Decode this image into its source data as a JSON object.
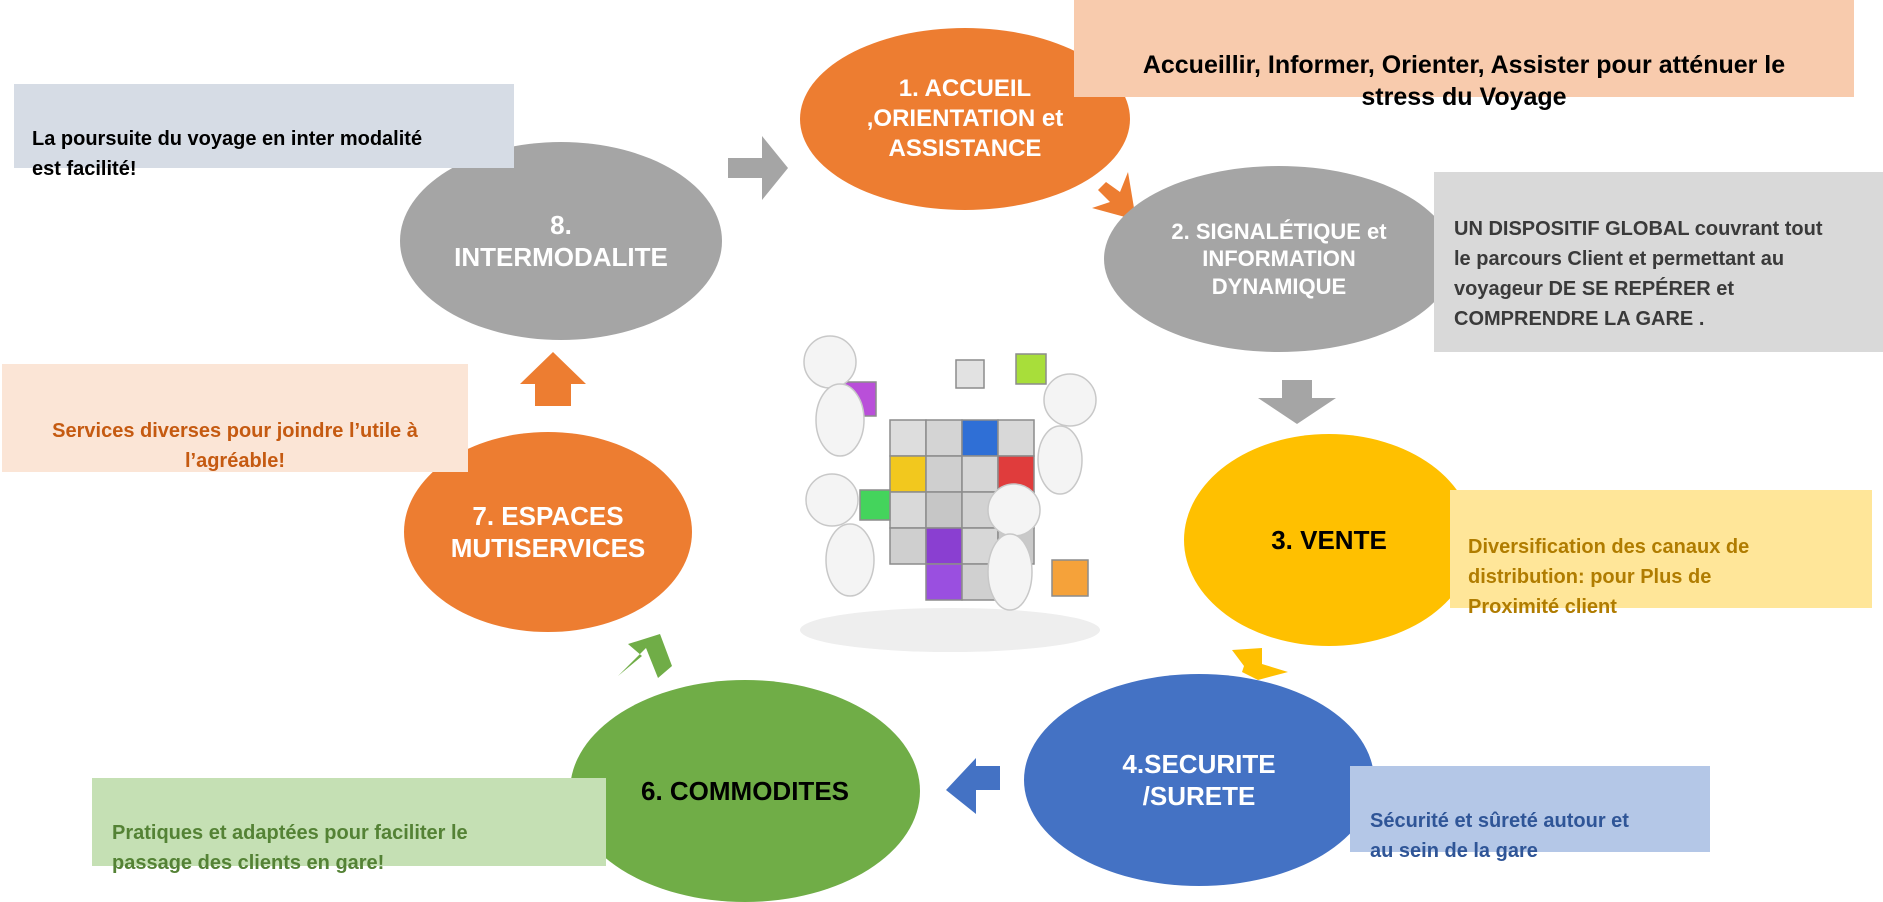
{
  "colors": {
    "orange": "#ED7D31",
    "gray": "#A5A5A5",
    "yellow": "#FFC000",
    "blue": "#4472C4",
    "green": "#70AD47",
    "orange_light": "#F8CBAD",
    "peach_light": "#FBE5D6",
    "gray_light": "#D9D9D9",
    "blue_gray_light": "#D6DCE5",
    "yellow_light": "#FFE699",
    "blue_light": "#B4C7E7",
    "green_light": "#C5E0B4"
  },
  "steps": {
    "s1": "1. ACCUEIL\n,ORIENTATION et\nASSISTANCE",
    "s2": "2. SIGNALÉTIQUE et\nINFORMATION\nDYNAMIQUE",
    "s3": "3. VENTE",
    "s4": "4.SECURITE\n/SURETE",
    "s6": "6. COMMODITES",
    "s7": "7. ESPACES\nMUTISERVICES",
    "s8": "8.\nINTERMODALITE"
  },
  "notes": {
    "n1": "Accueillir, Informer, Orienter, Assister pour atténuer le\nstress du Voyage",
    "n2": "UN DISPOSITIF GLOBAL couvrant tout\nle parcours Client et permettant au\nvoyageur DE SE REPÉRER et\nCOMPRENDRE LA GARE .",
    "n3": "Diversification des canaux de\ndistribution: pour Plus de\nProximité client",
    "n4": "Sécurité et sûreté autour et\nau sein de la gare",
    "n6": "Pratiques et adaptées pour faciliter le\npassage des clients en gare!",
    "n7": "Services diverses pour joindre l’utile à\nl’agréable!",
    "n8": "La poursuite du voyage en inter modalité\nest facilité!"
  },
  "center_image": "3d-people-building-cube-image"
}
